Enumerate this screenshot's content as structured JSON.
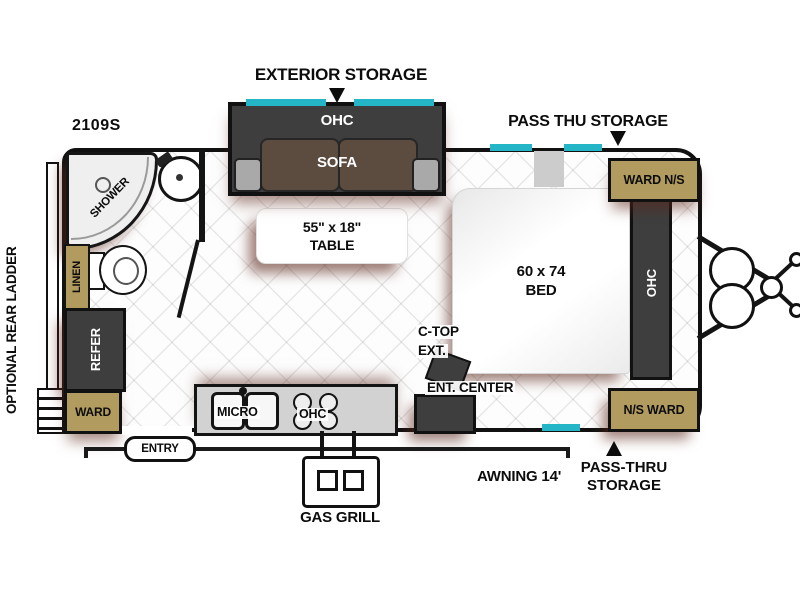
{
  "model": "2109S",
  "colors": {
    "wall": "#111111",
    "window_accent": "#24b6c7",
    "wardrobe_tan": "#b19b5e",
    "furniture_dark": "#3e3e3e",
    "shadow_maroon": "#5c261a",
    "floor": "#fdfdfd"
  },
  "labels": {
    "exterior_storage": "EXTERIOR STORAGE",
    "pass_thru_top": "PASS THU STORAGE",
    "optional_rear_ladder": "OPTIONAL REAR LADDER",
    "entry": "ENTRY",
    "awning": "AWNING 14'",
    "gas_grill": "GAS GRILL",
    "pass_thru_bottom_1": "PASS-THRU",
    "pass_thru_bottom_2": "STORAGE"
  },
  "furniture": {
    "shower": "SHOWER",
    "linen": "LINEN",
    "refer": "REFER",
    "ward_rear": "WARD",
    "sofa_ohc": "OHC",
    "sofa": "SOFA",
    "table_size": "55\" x 18\"",
    "table": "TABLE",
    "bed_size": "60 x 74",
    "bed": "BED",
    "bed_ohc": "OHC",
    "ward_ns_top": "WARD N/S",
    "ward_ns_bottom": "N/S WARD",
    "micro": "MICRO",
    "kitchen_ohc": "OHC",
    "ctop_line1": "C-TOP",
    "ctop_line2": "EXT.",
    "ent_center": "ENT. CENTER"
  }
}
